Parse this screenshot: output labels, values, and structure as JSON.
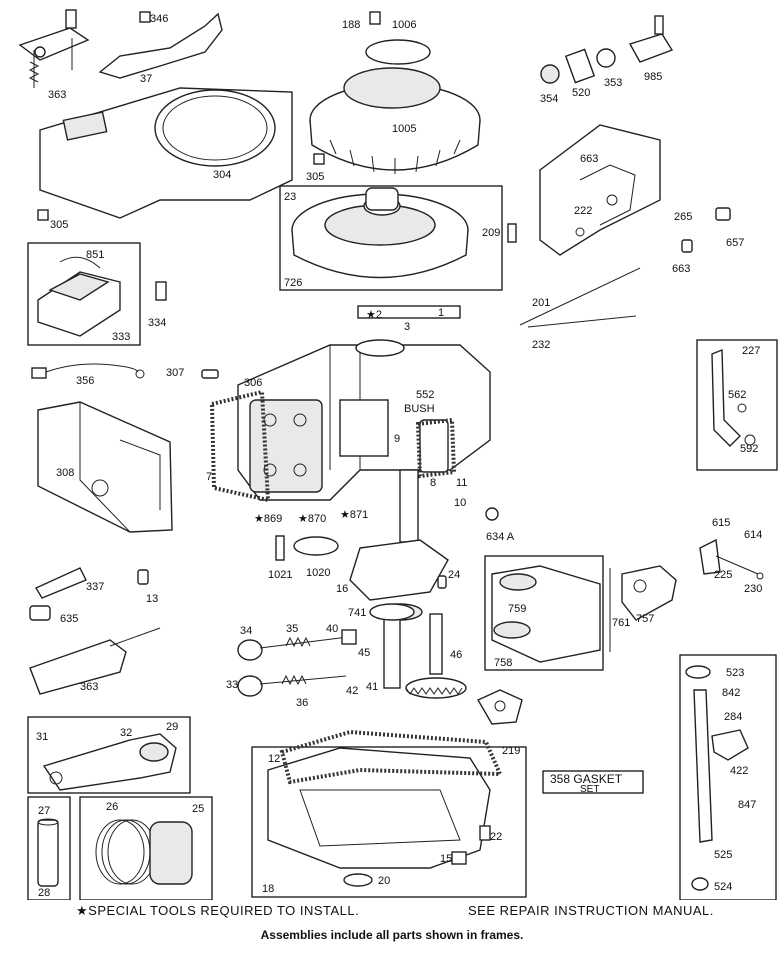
{
  "labels": {
    "p346": "346",
    "p188": "188",
    "p1006": "1006",
    "p37": "37",
    "p363a": "363",
    "p304": "304",
    "p1005": "1005",
    "p305a": "305",
    "p305b": "305",
    "p23": "23",
    "p726": "726",
    "p209": "209",
    "p354": "354",
    "p520": "520",
    "p353": "353",
    "p985": "985",
    "p663a": "663",
    "p222": "222",
    "p265": "265",
    "p657": "657",
    "p663b": "663",
    "p851": "851",
    "p333": "333",
    "p334": "334",
    "p201": "201",
    "p232": "232",
    "p2": "★2",
    "p3": "3",
    "p1": "1",
    "p356": "356",
    "p307": "307",
    "p306": "306",
    "p552": "552",
    "bush": "BUSH",
    "p227": "227",
    "p562": "562",
    "p592": "592",
    "p308": "308",
    "p7": "7",
    "p9": "9",
    "p8": "8",
    "p11": "11",
    "p10": "10",
    "p869": "★869",
    "p870": "★870",
    "p871": "★871",
    "p634a": "634 A",
    "p1021": "1021",
    "p1020": "1020",
    "p615": "615",
    "p614": "614",
    "p225": "225",
    "p230": "230",
    "p337": "337",
    "p13": "13",
    "p16": "16",
    "p24": "24",
    "p635": "635",
    "p741": "741",
    "p759": "759",
    "p761": "761",
    "p757": "757",
    "p34": "34",
    "p35": "35",
    "p40": "40",
    "p45": "45",
    "p46": "46",
    "p758": "758",
    "p363b": "363",
    "p33": "33",
    "p36": "36",
    "p42": "42",
    "p41": "41",
    "p523": "523",
    "p842": "842",
    "p29": "29",
    "p31": "31",
    "p32": "32",
    "p219": "219",
    "p284": "284",
    "p422": "422",
    "p12": "12",
    "p847": "847",
    "p27": "27",
    "p26": "26",
    "p25": "25",
    "p22": "22",
    "p15": "15",
    "p18": "18",
    "p20": "20",
    "p525": "525",
    "p524": "524",
    "p28": "28"
  },
  "gasket_set": {
    "line1": "358 GASKET",
    "line2": "SET"
  },
  "footer": {
    "special_tools": "★SPECIAL TOOLS REQUIRED TO INSTALL.",
    "repair_manual": "SEE REPAIR INSTRUCTION  MANUAL.",
    "assemblies_note": "Assemblies include all parts shown in frames."
  }
}
